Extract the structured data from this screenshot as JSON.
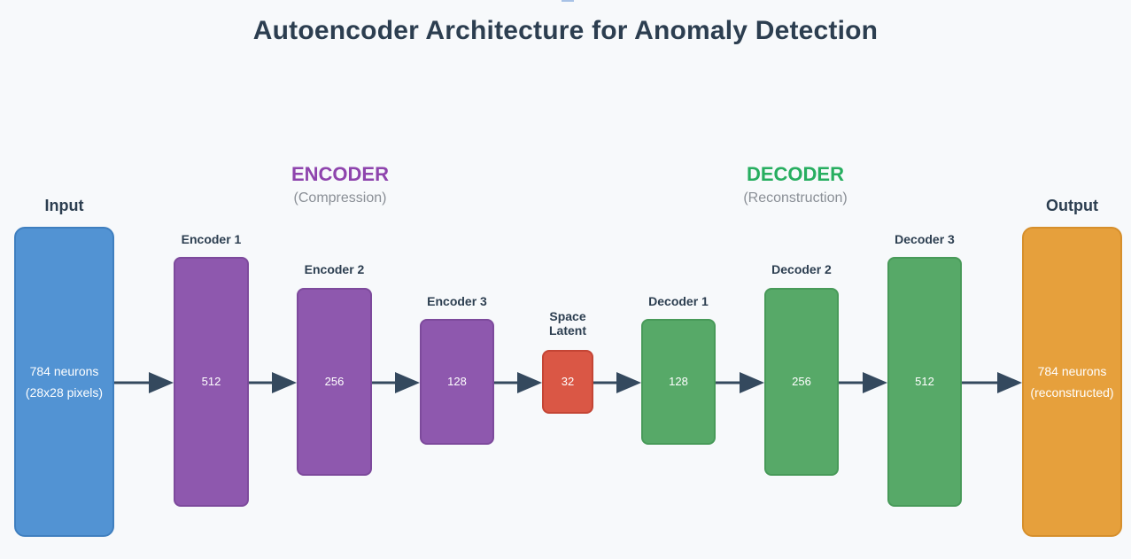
{
  "title": "Autoencoder Architecture for Anomaly Detection",
  "encoder_section": {
    "title": "ENCODER",
    "subtitle": "(Compression)"
  },
  "decoder_section": {
    "title": "DECODER",
    "subtitle": "(Reconstruction)"
  },
  "input": {
    "label": "Input",
    "line1": "784 neurons",
    "line2": "(28x28 pixels)"
  },
  "output": {
    "label": "Output",
    "line1": "784 neurons",
    "line2": "(reconstructed)"
  },
  "encoders": [
    {
      "label": "Encoder 1",
      "units": "512"
    },
    {
      "label": "Encoder 2",
      "units": "256"
    },
    {
      "label": "Encoder 3",
      "units": "128"
    }
  ],
  "latent": {
    "line1": "Space",
    "line2": "Latent",
    "units": "32"
  },
  "decoders": [
    {
      "label": "Decoder 1",
      "units": "128"
    },
    {
      "label": "Decoder 2",
      "units": "256"
    },
    {
      "label": "Decoder 3",
      "units": "512"
    }
  ],
  "colors": {
    "input": "#5293d3",
    "encoder": "#8e58ae",
    "latent": "#da5745",
    "decoder": "#57a968",
    "output": "#e6a03c",
    "arrow": "#34495e",
    "title": "#2c3e50"
  }
}
